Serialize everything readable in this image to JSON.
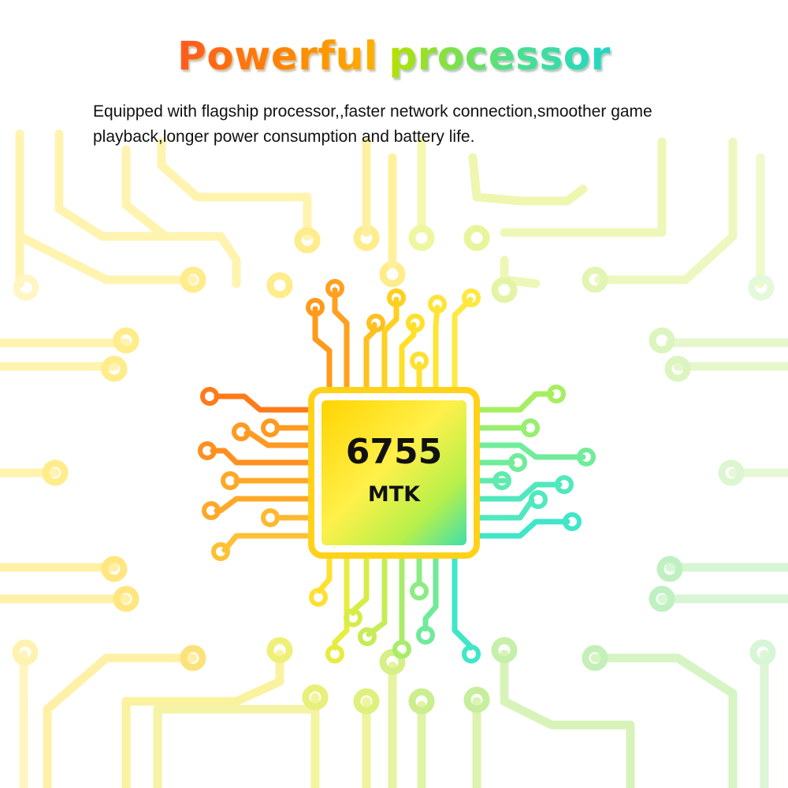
{
  "title": {
    "part1": "Powerful",
    "part2": "processor"
  },
  "description": "Equipped with flagship processor,,faster network connection,smoother game playback,longer power consumption and battery life.",
  "chip": {
    "model": "6755",
    "brand": "MTK"
  },
  "colors": {
    "orange": "#ff8a1a",
    "yellow": "#ffe033",
    "lime": "#b9ec3a",
    "teal": "#2ee6c8",
    "faint_trace": "#fff2a8"
  },
  "icons": [
    "circuit-chip-icon",
    "circuit-trace-icon"
  ]
}
